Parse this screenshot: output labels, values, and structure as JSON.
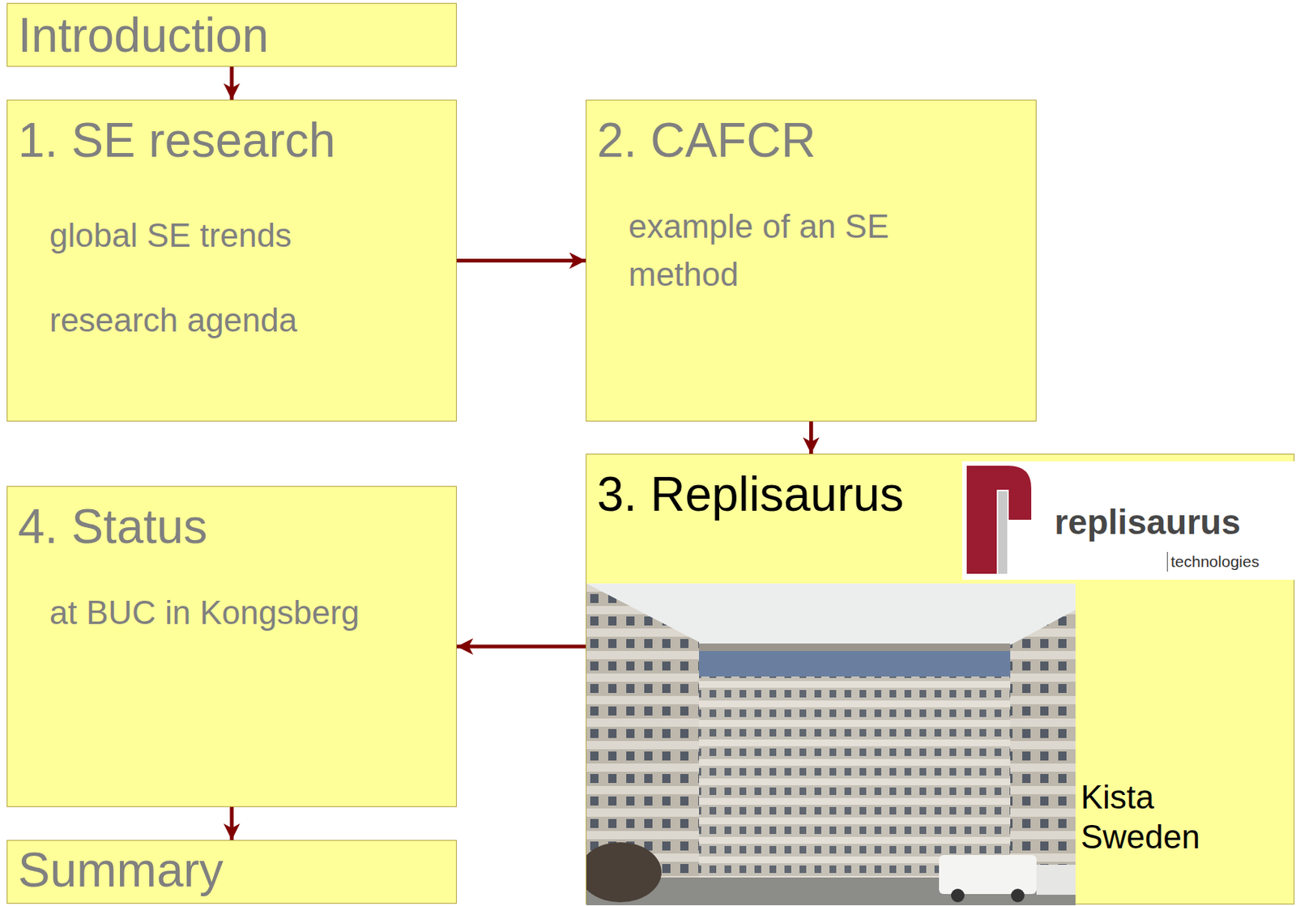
{
  "diagram": {
    "nodes": [
      {
        "text": [
          "Introduction"
        ]
      },
      {
        "text": [
          "1. SE research",
          "global SE trends",
          "research agenda"
        ]
      },
      {
        "text": [
          "2. CAFCR",
          "example of an SE method"
        ]
      },
      {
        "text": [
          "3. Replisaurus",
          "Kista Sweden"
        ]
      },
      {
        "text": [
          "4. Status",
          "at BUC in Kongsberg"
        ]
      },
      {
        "text": [
          "Summary"
        ]
      }
    ],
    "edges": [
      {
        "from": 0,
        "to": 1,
        "arrow": "to"
      },
      {
        "from": 1,
        "to": 2,
        "arrow": "to"
      },
      {
        "from": 2,
        "to": 3,
        "arrow": "to"
      },
      {
        "from": 3,
        "to": 4,
        "arrow": "to"
      },
      {
        "from": 4,
        "to": 5,
        "arrow": "to"
      }
    ],
    "labels": [
      "replisaurus",
      "technologies"
    ]
  }
}
